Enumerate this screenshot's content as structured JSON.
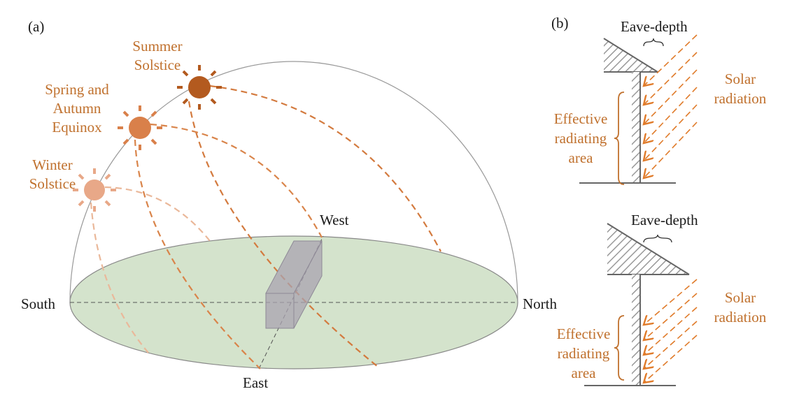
{
  "panel_a": {
    "label": "(a)",
    "suns": [
      {
        "name": "summer",
        "lines": [
          "Summer",
          "Solstice"
        ],
        "color": "#b35a1f"
      },
      {
        "name": "equinox",
        "lines": [
          "Spring and",
          "Autumn",
          "Equinox"
        ],
        "color": "#d9804a"
      },
      {
        "name": "winter",
        "lines": [
          "Winter",
          "Solstice"
        ],
        "color": "#e8a888"
      }
    ],
    "directions": {
      "south": "South",
      "north": "North",
      "west": "West",
      "east": "East"
    },
    "ground_color": "#d4e3cc"
  },
  "panel_b": {
    "label": "(b)",
    "top": {
      "eave": "Eave-depth",
      "solar": [
        "Solar",
        "radiation"
      ],
      "area": [
        "Effective",
        "radiating",
        "area"
      ]
    },
    "bottom": {
      "eave": "Eave-depth",
      "solar": [
        "Solar",
        "radiation"
      ],
      "area": [
        "Effective",
        "radiating",
        "area"
      ]
    }
  }
}
